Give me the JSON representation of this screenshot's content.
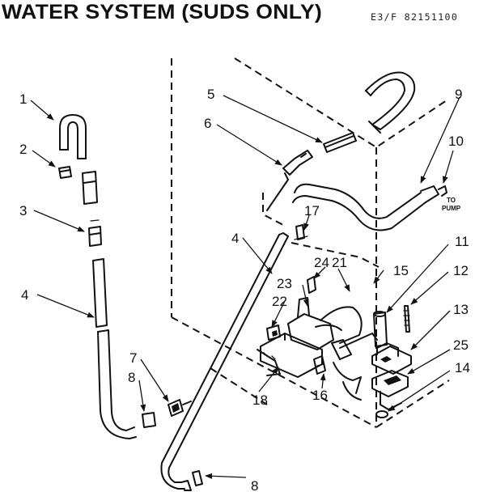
{
  "header": {
    "title": "WATER SYSTEM (SUDS ONLY)",
    "reference": "E3/F 82151100"
  },
  "diagram": {
    "callouts": {
      "c1": "1",
      "c2": "2",
      "c3": "3",
      "c4a": "4",
      "c4b": "4",
      "c5": "5",
      "c6": "6",
      "c7": "7",
      "c8a": "8",
      "c8b": "8",
      "c9": "9",
      "c10": "10",
      "c11": "11",
      "c12": "12",
      "c13": "13",
      "c14": "14",
      "c15": "15",
      "c16": "16",
      "c17": "17",
      "c18": "18",
      "c21": "21",
      "c22": "22",
      "c23": "23",
      "c24": "24",
      "c25": "25"
    },
    "to_pump": [
      "TO",
      "PUMP"
    ]
  },
  "colors": {
    "ink": "#111111",
    "paper": "#ffffff"
  }
}
